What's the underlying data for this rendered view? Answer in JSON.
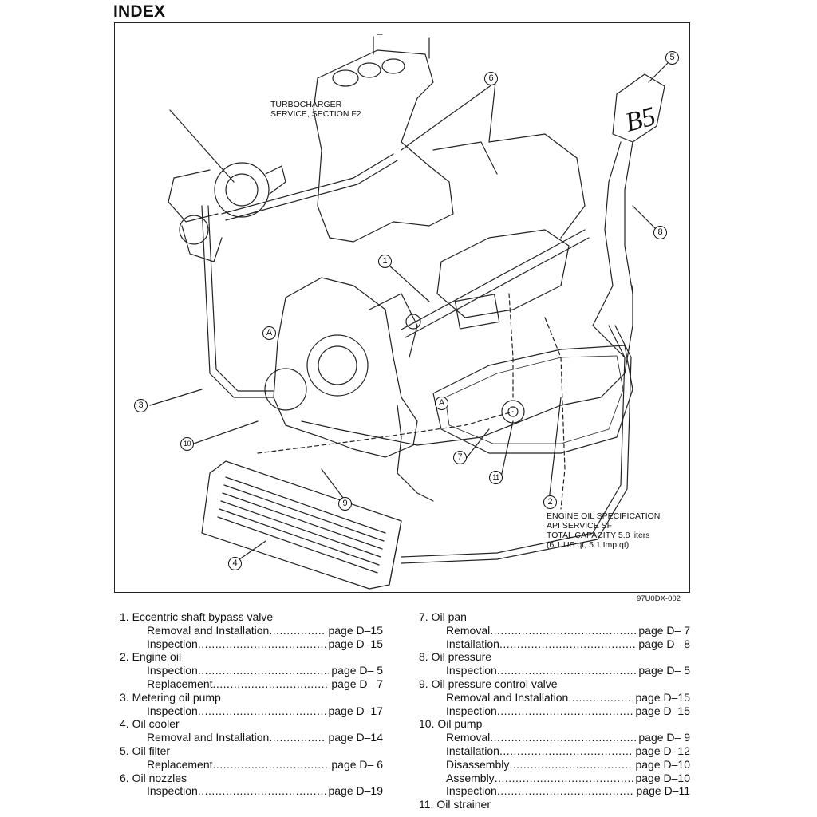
{
  "page": {
    "title": "INDEX"
  },
  "figure": {
    "notes": {
      "turbocharger": [
        "TURBOCHARGER",
        "SERVICE, SECTION F2"
      ],
      "engine_oil": [
        "ENGINE OIL SPECIFICATION",
        "API SERVICE SF",
        "TOTAL CAPACITY 5.8 liters",
        "(6.1 US qt, 5.1 Imp qt)"
      ]
    },
    "figure_id": "97U0DX-002",
    "callouts": [
      "1",
      "2",
      "3",
      "4",
      "5",
      "6",
      "7",
      "8",
      "9",
      "10",
      "11",
      "A",
      "A"
    ],
    "handwritten_mark": "B5"
  },
  "index": {
    "left": [
      {
        "heading": "1. Eccentric shaft bypass valve",
        "items": [
          {
            "label": "Removal and Installation",
            "page": "page D–15"
          },
          {
            "label": "Inspection",
            "page": "page D–15"
          }
        ]
      },
      {
        "heading": "2. Engine oil",
        "items": [
          {
            "label": "Inspection",
            "page": "page D– 5"
          },
          {
            "label": "Replacement",
            "page": "page D– 7"
          }
        ]
      },
      {
        "heading": "3. Metering oil pump",
        "items": [
          {
            "label": "Inspection",
            "page": "page D–17"
          }
        ]
      },
      {
        "heading": "4. Oil cooler",
        "items": [
          {
            "label": "Removal and Installation",
            "page": "page D–14"
          }
        ]
      },
      {
        "heading": "5. Oil filter",
        "items": [
          {
            "label": "Replacement",
            "page": "page D– 6"
          }
        ]
      },
      {
        "heading": "6. Oil nozzles",
        "items": [
          {
            "label": "Inspection",
            "page": "page D–19"
          }
        ]
      }
    ],
    "right": [
      {
        "heading": "7. Oil pan",
        "items": [
          {
            "label": "Removal",
            "page": "page D– 7"
          },
          {
            "label": "Installation",
            "page": "page D– 8"
          }
        ]
      },
      {
        "heading": "8. Oil pressure",
        "items": [
          {
            "label": "Inspection",
            "page": "page D– 5"
          }
        ]
      },
      {
        "heading": "9. Oil pressure control valve",
        "items": [
          {
            "label": "Removal and Installation",
            "page": "page D–15"
          },
          {
            "label": "Inspection",
            "page": "page D–15"
          }
        ]
      },
      {
        "heading": "10. Oil pump",
        "items": [
          {
            "label": "Removal",
            "page": "page D– 9"
          },
          {
            "label": "Installation",
            "page": "page D–12"
          },
          {
            "label": "Disassembly",
            "page": "page D–10"
          },
          {
            "label": "Assembly",
            "page": "page D–10"
          },
          {
            "label": "Inspection",
            "page": "page D–11"
          }
        ]
      },
      {
        "heading": "11. Oil strainer",
        "items": []
      }
    ]
  }
}
